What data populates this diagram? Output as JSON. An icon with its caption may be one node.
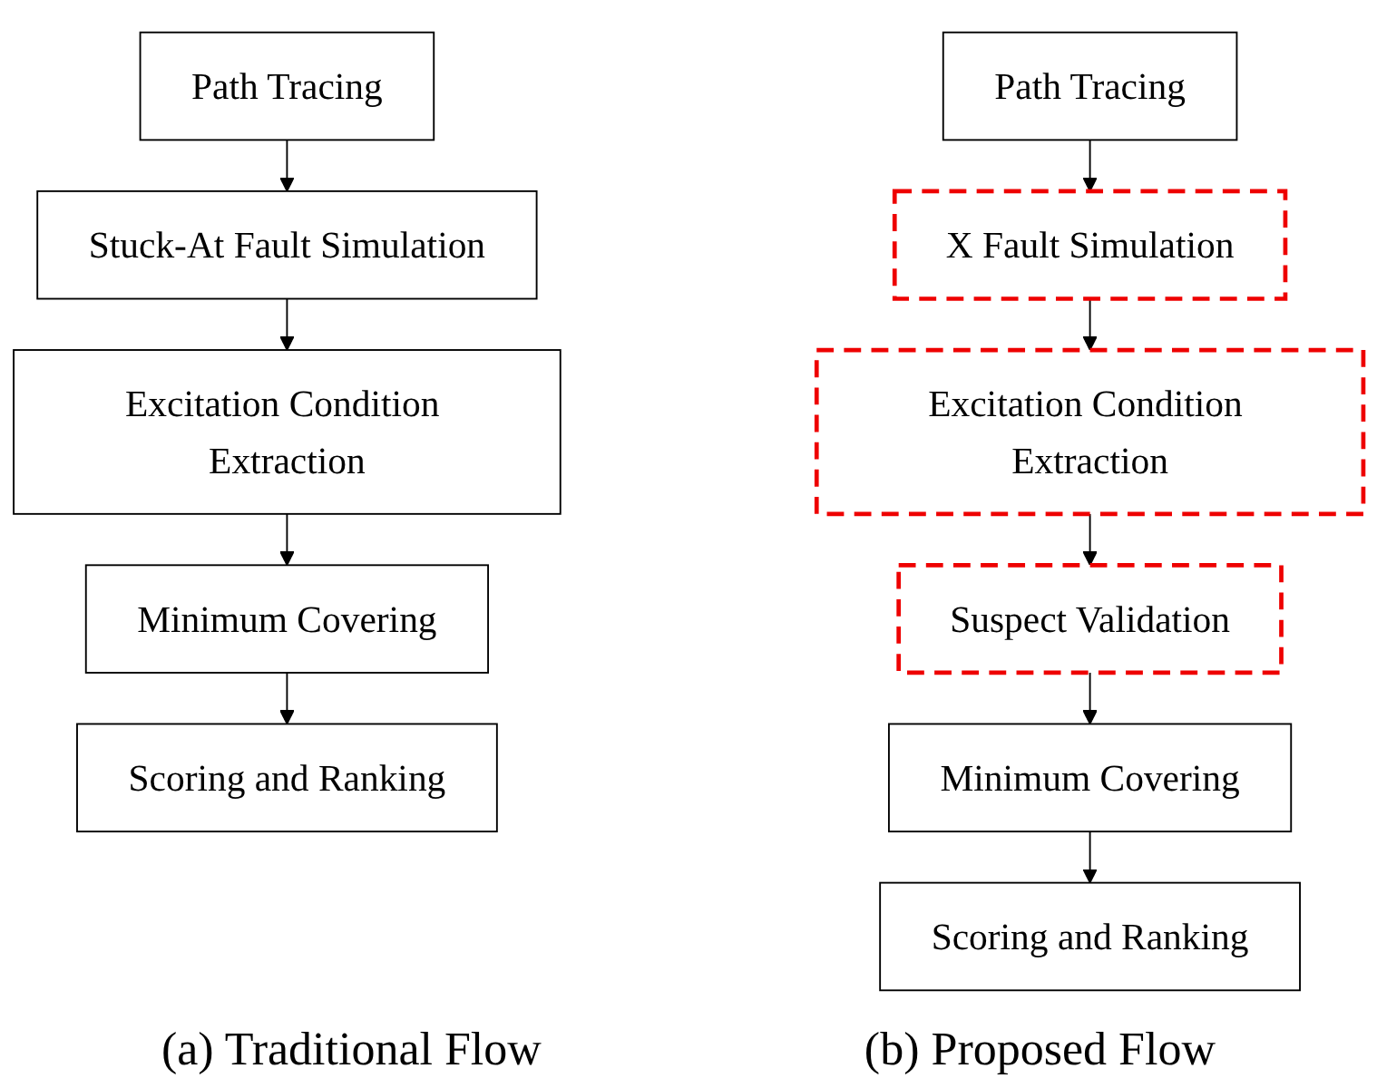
{
  "diagram": {
    "nodes": [
      {
        "text": [
          "Path Tracing"
        ]
      },
      {
        "text": [
          "Stuck-At Fault Simulation"
        ]
      },
      {
        "text": [
          "Excitation Condition Extraction"
        ]
      },
      {
        "text": [
          "Minimum Covering"
        ]
      },
      {
        "text": [
          "Scoring and Ranking"
        ]
      },
      {
        "text": [
          "Path Tracing"
        ]
      },
      {
        "text": [
          "X Fault Simulation"
        ]
      },
      {
        "text": [
          "Excitation Condition Extraction"
        ]
      },
      {
        "text": [
          "Suspect Validation"
        ]
      },
      {
        "text": [
          "Minimum Covering"
        ]
      },
      {
        "text": [
          "Scoring and Ranking"
        ]
      }
    ],
    "edges": [
      {
        "from": 0,
        "to": 1,
        "arrow": "to"
      },
      {
        "from": 1,
        "to": 2,
        "arrow": "to"
      },
      {
        "from": 2,
        "to": 3,
        "arrow": "to"
      },
      {
        "from": 3,
        "to": 4,
        "arrow": "to"
      },
      {
        "from": 5,
        "to": 6,
        "arrow": "to"
      },
      {
        "from": 6,
        "to": 7,
        "arrow": "to"
      },
      {
        "from": 7,
        "to": 8,
        "arrow": "to"
      },
      {
        "from": 8,
        "to": 9,
        "arrow": "to"
      },
      {
        "from": 9,
        "to": 10,
        "arrow": "to"
      }
    ],
    "labels": [
      "(a) Traditional Flow",
      "(b) Proposed Flow"
    ]
  }
}
